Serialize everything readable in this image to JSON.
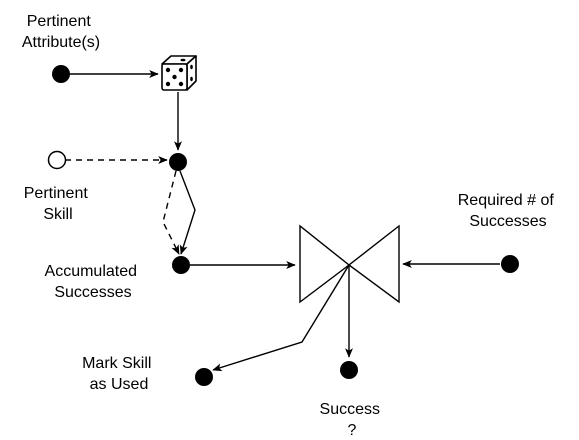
{
  "nodes": {
    "pertinent_attributes": {
      "label": [
        "Pertinent",
        "Attribute(s)"
      ]
    },
    "pertinent_skill": {
      "label": [
        "Pertinent",
        "Skill"
      ]
    },
    "accumulated_successes": {
      "label": [
        "Accumulated",
        "Successes"
      ]
    },
    "required_successes": {
      "label": [
        "Required # of",
        "Successes"
      ]
    },
    "mark_skill_used": {
      "label": [
        "Mark Skill",
        "as Used"
      ]
    },
    "success": {
      "label": [
        "Success",
        "?"
      ]
    }
  },
  "icons": {
    "roll": "dice-icon",
    "compare": "bowtie-gate-icon"
  },
  "colors": {
    "stroke": "#000000",
    "filled_node": "#000000",
    "hollow_node": "#ffffff"
  }
}
